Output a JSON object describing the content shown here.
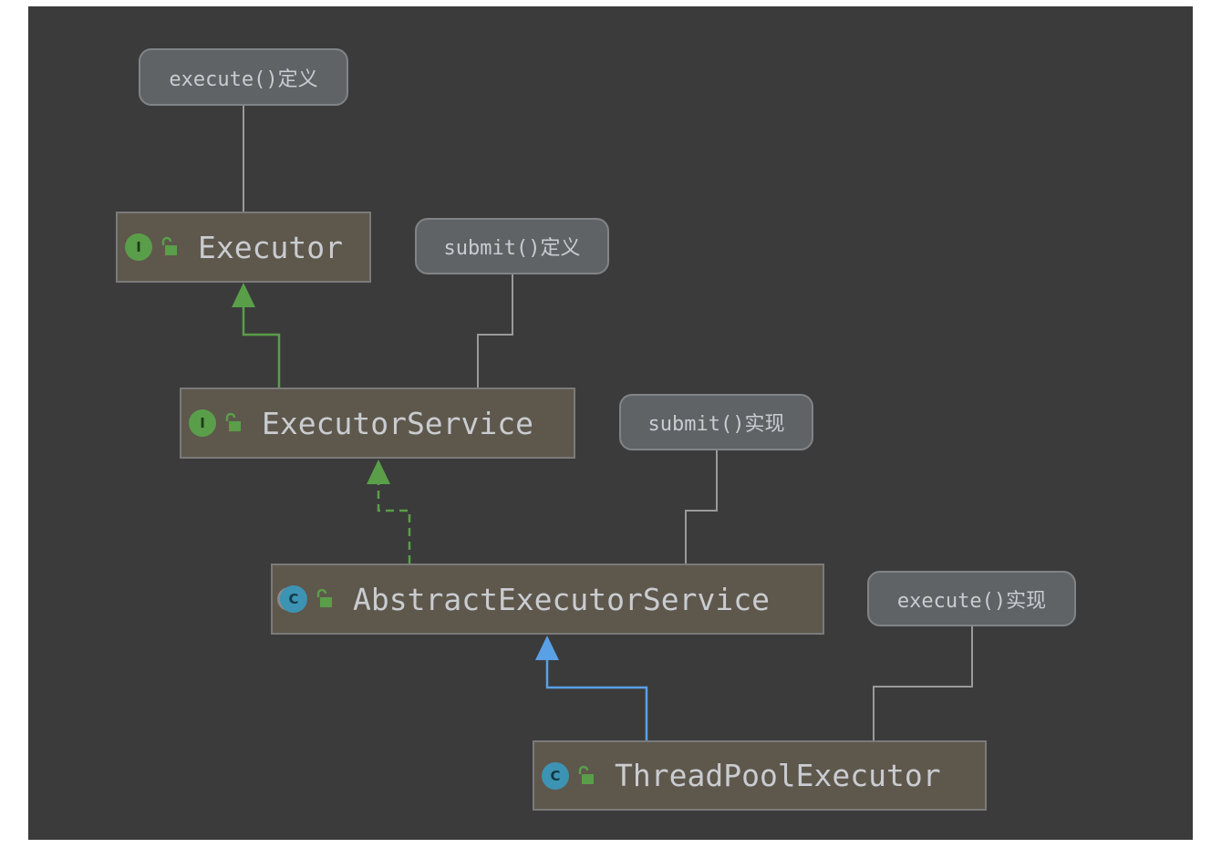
{
  "nodes": {
    "executor": {
      "name": "Executor",
      "kind": "interface",
      "badge": "I"
    },
    "executor_service": {
      "name": "ExecutorService",
      "kind": "interface",
      "badge": "I"
    },
    "abstract_executor_service": {
      "name": "AbstractExecutorService",
      "kind": "abstract-class",
      "badge": "C"
    },
    "thread_pool_executor": {
      "name": "ThreadPoolExecutor",
      "kind": "class",
      "badge": "C"
    }
  },
  "notes": {
    "executor_note": "execute()定义",
    "executor_service_note": "submit()定义",
    "abstract_note": "submit()实现",
    "thread_pool_note": "execute()实现"
  },
  "icons": {
    "interface_badge": "interface-icon",
    "class_badge": "class-icon",
    "abstract_badge": "abstract-class-icon",
    "visibility": "public-unlock-icon"
  },
  "colors": {
    "background": "#3b3b3b",
    "node_fill": "#5e574c",
    "note_fill": "#606366",
    "extends_interface": "#5a9e4a",
    "implements": "#5a9e4a",
    "extends_class": "#5aa0e6",
    "note_link": "#9a9a9a"
  },
  "relations": [
    {
      "from": "ExecutorService",
      "to": "Executor",
      "type": "extends"
    },
    {
      "from": "AbstractExecutorService",
      "to": "ExecutorService",
      "type": "implements"
    },
    {
      "from": "ThreadPoolExecutor",
      "to": "AbstractExecutorService",
      "type": "extends"
    }
  ]
}
